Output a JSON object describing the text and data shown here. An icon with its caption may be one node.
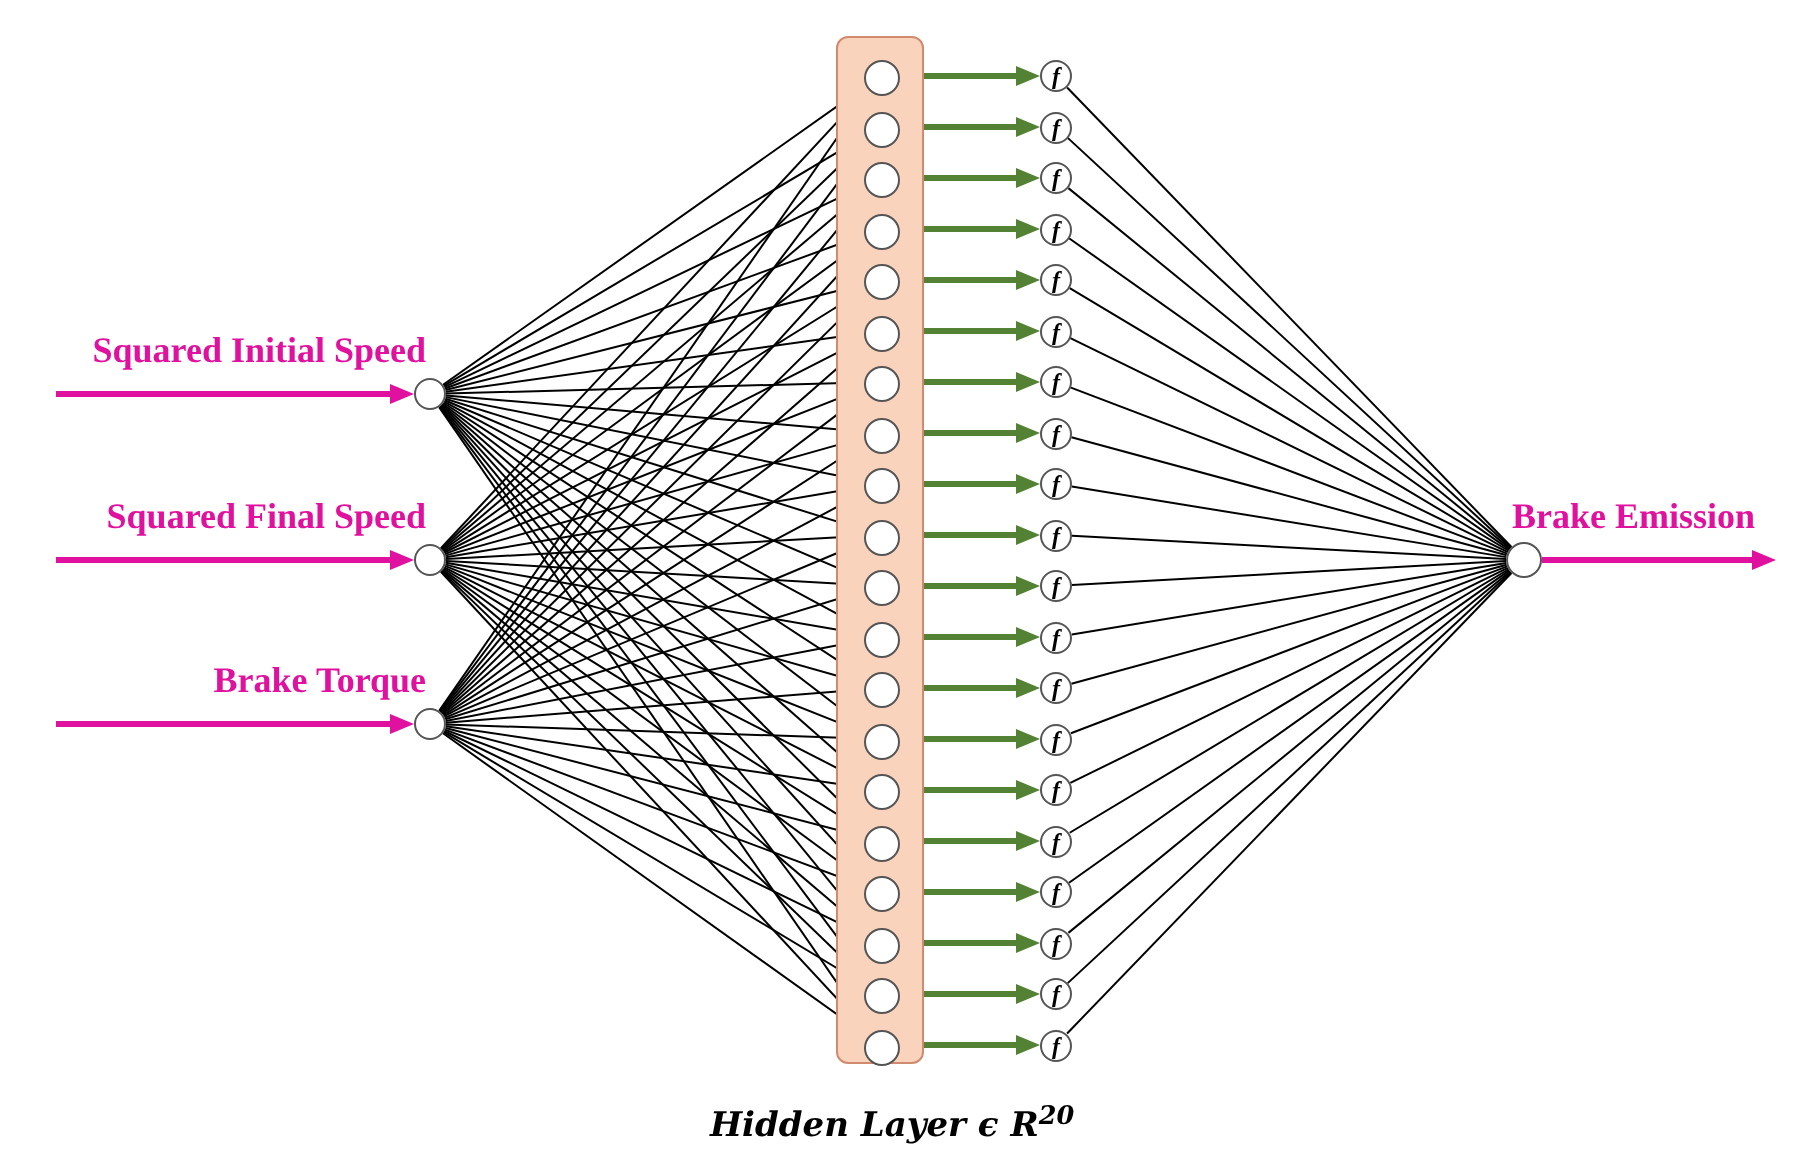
{
  "diagram": {
    "nodes": [
      {
        "text": [],
        "shape": "circle",
        "beside": [
          "Squared Initial Speed"
        ]
      },
      {
        "text": [],
        "shape": "circle",
        "beside": [
          "Squared Final Speed"
        ]
      },
      {
        "text": [],
        "shape": "circle",
        "beside": [
          "Brake Torque"
        ]
      },
      {
        "text": [
          "Hidden Layer ϵ R$^{20}$"
        ]
      },
      {
        "text": [],
        "shape": "circle",
        "in": 3
      },
      {
        "text": [],
        "shape": "circle",
        "in": 3
      },
      {
        "text": [],
        "shape": "circle",
        "in": 3
      },
      {
        "text": [],
        "shape": "circle",
        "in": 3
      },
      {
        "text": [],
        "shape": "circle",
        "in": 3
      },
      {
        "text": [],
        "shape": "circle",
        "in": 3
      },
      {
        "text": [],
        "shape": "circle",
        "in": 3
      },
      {
        "text": [],
        "shape": "circle",
        "in": 3
      },
      {
        "text": [],
        "shape": "circle",
        "in": 3
      },
      {
        "text": [],
        "shape": "circle",
        "in": 3
      },
      {
        "text": [],
        "shape": "circle",
        "in": 3
      },
      {
        "text": [],
        "shape": "circle",
        "in": 3
      },
      {
        "text": [],
        "shape": "circle",
        "in": 3
      },
      {
        "text": [],
        "shape": "circle",
        "in": 3
      },
      {
        "text": [],
        "shape": "circle",
        "in": 3
      },
      {
        "text": [],
        "shape": "circle",
        "in": 3
      },
      {
        "text": [],
        "shape": "circle",
        "in": 3
      },
      {
        "text": [],
        "shape": "circle",
        "in": 3
      },
      {
        "text": [],
        "shape": "circle",
        "in": 3
      },
      {
        "text": [],
        "shape": "circle",
        "in": 3
      },
      {
        "text": [
          "f"
        ]
      },
      {
        "text": [
          "f"
        ]
      },
      {
        "text": [
          "f"
        ]
      },
      {
        "text": [
          "f"
        ]
      },
      {
        "text": [
          "f"
        ]
      },
      {
        "text": [
          "f"
        ]
      },
      {
        "text": [
          "f"
        ]
      },
      {
        "text": [
          "f"
        ]
      },
      {
        "text": [
          "f"
        ]
      },
      {
        "text": [
          "f"
        ]
      },
      {
        "text": [
          "f"
        ]
      },
      {
        "text": [
          "f"
        ]
      },
      {
        "text": [
          "f"
        ]
      },
      {
        "text": [
          "f"
        ]
      },
      {
        "text": [
          "f"
        ]
      },
      {
        "text": [
          "f"
        ]
      },
      {
        "text": [
          "f"
        ]
      },
      {
        "text": [
          "f"
        ]
      },
      {
        "text": [
          "f"
        ]
      },
      {
        "text": [
          "f"
        ]
      },
      {
        "text": [],
        "shape": "circle",
        "beside": [
          "Brake Emission"
        ]
      }
    ],
    "edges": [
      {
        "from": null,
        "to": 0,
        "arrow": "to",
        "style": "thick",
        "color": "#e0119e"
      },
      {
        "from": null,
        "to": 1,
        "arrow": "to",
        "style": "thick",
        "color": "#e0119e"
      },
      {
        "from": null,
        "to": 2,
        "arrow": "to",
        "style": "thick",
        "color": "#e0119e"
      },
      {
        "from": 0,
        "to": 4,
        "arrow": "none"
      },
      {
        "from": 0,
        "to": 5,
        "arrow": "none"
      },
      {
        "from": 0,
        "to": 6,
        "arrow": "none"
      },
      {
        "from": 0,
        "to": 7,
        "arrow": "none"
      },
      {
        "from": 0,
        "to": 8,
        "arrow": "none"
      },
      {
        "from": 0,
        "to": 9,
        "arrow": "none"
      },
      {
        "from": 0,
        "to": 10,
        "arrow": "none"
      },
      {
        "from": 0,
        "to": 11,
        "arrow": "none"
      },
      {
        "from": 0,
        "to": 12,
        "arrow": "none"
      },
      {
        "from": 0,
        "to": 13,
        "arrow": "none"
      },
      {
        "from": 0,
        "to": 14,
        "arrow": "none"
      },
      {
        "from": 0,
        "to": 15,
        "arrow": "none"
      },
      {
        "from": 0,
        "to": 16,
        "arrow": "none"
      },
      {
        "from": 0,
        "to": 17,
        "arrow": "none"
      },
      {
        "from": 0,
        "to": 18,
        "arrow": "none"
      },
      {
        "from": 0,
        "to": 19,
        "arrow": "none"
      },
      {
        "from": 0,
        "to": 20,
        "arrow": "none"
      },
      {
        "from": 0,
        "to": 21,
        "arrow": "none"
      },
      {
        "from": 0,
        "to": 22,
        "arrow": "none"
      },
      {
        "from": 0,
        "to": 23,
        "arrow": "none"
      },
      {
        "from": 1,
        "to": 4,
        "arrow": "none"
      },
      {
        "from": 1,
        "to": 5,
        "arrow": "none"
      },
      {
        "from": 1,
        "to": 6,
        "arrow": "none"
      },
      {
        "from": 1,
        "to": 7,
        "arrow": "none"
      },
      {
        "from": 1,
        "to": 8,
        "arrow": "none"
      },
      {
        "from": 1,
        "to": 9,
        "arrow": "none"
      },
      {
        "from": 1,
        "to": 10,
        "arrow": "none"
      },
      {
        "from": 1,
        "to": 11,
        "arrow": "none"
      },
      {
        "from": 1,
        "to": 12,
        "arrow": "none"
      },
      {
        "from": 1,
        "to": 13,
        "arrow": "none"
      },
      {
        "from": 1,
        "to": 14,
        "arrow": "none"
      },
      {
        "from": 1,
        "to": 15,
        "arrow": "none"
      },
      {
        "from": 1,
        "to": 16,
        "arrow": "none"
      },
      {
        "from": 1,
        "to": 17,
        "arrow": "none"
      },
      {
        "from": 1,
        "to": 18,
        "arrow": "none"
      },
      {
        "from": 1,
        "to": 19,
        "arrow": "none"
      },
      {
        "from": 1,
        "to": 20,
        "arrow": "none"
      },
      {
        "from": 1,
        "to": 21,
        "arrow": "none"
      },
      {
        "from": 1,
        "to": 22,
        "arrow": "none"
      },
      {
        "from": 1,
        "to": 23,
        "arrow": "none"
      },
      {
        "from": 2,
        "to": 4,
        "arrow": "none"
      },
      {
        "from": 2,
        "to": 5,
        "arrow": "none"
      },
      {
        "from": 2,
        "to": 6,
        "arrow": "none"
      },
      {
        "from": 2,
        "to": 7,
        "arrow": "none"
      },
      {
        "from": 2,
        "to": 8,
        "arrow": "none"
      },
      {
        "from": 2,
        "to": 9,
        "arrow": "none"
      },
      {
        "from": 2,
        "to": 10,
        "arrow": "none"
      },
      {
        "from": 2,
        "to": 11,
        "arrow": "none"
      },
      {
        "from": 2,
        "to": 12,
        "arrow": "none"
      },
      {
        "from": 2,
        "to": 13,
        "arrow": "none"
      },
      {
        "from": 2,
        "to": 14,
        "arrow": "none"
      },
      {
        "from": 2,
        "to": 15,
        "arrow": "none"
      },
      {
        "from": 2,
        "to": 16,
        "arrow": "none"
      },
      {
        "from": 2,
        "to": 17,
        "arrow": "none"
      },
      {
        "from": 2,
        "to": 18,
        "arrow": "none"
      },
      {
        "from": 2,
        "to": 19,
        "arrow": "none"
      },
      {
        "from": 2,
        "to": 20,
        "arrow": "none"
      },
      {
        "from": 2,
        "to": 21,
        "arrow": "none"
      },
      {
        "from": 2,
        "to": 22,
        "arrow": "none"
      },
      {
        "from": 2,
        "to": 23,
        "arrow": "none"
      },
      {
        "from": 4,
        "to": 24,
        "arrow": "to",
        "style": "thick",
        "color": "#548235"
      },
      {
        "from": 5,
        "to": 25,
        "arrow": "to",
        "style": "thick",
        "color": "#548235"
      },
      {
        "from": 6,
        "to": 26,
        "arrow": "to",
        "style": "thick",
        "color": "#548235"
      },
      {
        "from": 7,
        "to": 27,
        "arrow": "to",
        "style": "thick",
        "color": "#548235"
      },
      {
        "from": 8,
        "to": 28,
        "arrow": "to",
        "style": "thick",
        "color": "#548235"
      },
      {
        "from": 9,
        "to": 29,
        "arrow": "to",
        "style": "thick",
        "color": "#548235"
      },
      {
        "from": 10,
        "to": 30,
        "arrow": "to",
        "style": "thick",
        "color": "#548235"
      },
      {
        "from": 11,
        "to": 31,
        "arrow": "to",
        "style": "thick",
        "color": "#548235"
      },
      {
        "from": 12,
        "to": 32,
        "arrow": "to",
        "style": "thick",
        "color": "#548235"
      },
      {
        "from": 13,
        "to": 33,
        "arrow": "to",
        "style": "thick",
        "color": "#548235"
      },
      {
        "from": 14,
        "to": 34,
        "arrow": "to",
        "style": "thick",
        "color": "#548235"
      },
      {
        "from": 15,
        "to": 35,
        "arrow": "to",
        "style": "thick",
        "color": "#548235"
      },
      {
        "from": 16,
        "to": 36,
        "arrow": "to",
        "style": "thick",
        "color": "#548235"
      },
      {
        "from": 17,
        "to": 37,
        "arrow": "to",
        "style": "thick",
        "color": "#548235"
      },
      {
        "from": 18,
        "to": 38,
        "arrow": "to",
        "style": "thick",
        "color": "#548235"
      },
      {
        "from": 19,
        "to": 39,
        "arrow": "to",
        "style": "thick",
        "color": "#548235"
      },
      {
        "from": 20,
        "to": 40,
        "arrow": "to",
        "style": "thick",
        "color": "#548235"
      },
      {
        "from": 21,
        "to": 41,
        "arrow": "to",
        "style": "thick",
        "color": "#548235"
      },
      {
        "from": 22,
        "to": 42,
        "arrow": "to",
        "style": "thick",
        "color": "#548235"
      },
      {
        "from": 23,
        "to": 43,
        "arrow": "to",
        "style": "thick",
        "color": "#548235"
      },
      {
        "from": 24,
        "to": 44,
        "arrow": "none"
      },
      {
        "from": 25,
        "to": 44,
        "arrow": "none"
      },
      {
        "from": 26,
        "to": 44,
        "arrow": "none"
      },
      {
        "from": 27,
        "to": 44,
        "arrow": "none"
      },
      {
        "from": 28,
        "to": 44,
        "arrow": "none"
      },
      {
        "from": 29,
        "to": 44,
        "arrow": "none"
      },
      {
        "from": 30,
        "to": 44,
        "arrow": "none"
      },
      {
        "from": 31,
        "to": 44,
        "arrow": "none"
      },
      {
        "from": 32,
        "to": 44,
        "arrow": "none"
      },
      {
        "from": 33,
        "to": 44,
        "arrow": "none"
      },
      {
        "from": 34,
        "to": 44,
        "arrow": "none"
      },
      {
        "from": 35,
        "to": 44,
        "arrow": "none"
      },
      {
        "from": 36,
        "to": 44,
        "arrow": "none"
      },
      {
        "from": 37,
        "to": 44,
        "arrow": "none"
      },
      {
        "from": 38,
        "to": 44,
        "arrow": "none"
      },
      {
        "from": 39,
        "to": 44,
        "arrow": "none"
      },
      {
        "from": 40,
        "to": 44,
        "arrow": "none"
      },
      {
        "from": 41,
        "to": 44,
        "arrow": "none"
      },
      {
        "from": 42,
        "to": 44,
        "arrow": "none"
      },
      {
        "from": 43,
        "to": 44,
        "arrow": "none"
      },
      {
        "from": 44,
        "to": null,
        "arrow": "to",
        "style": "thick",
        "color": "#e0119e"
      }
    ]
  }
}
